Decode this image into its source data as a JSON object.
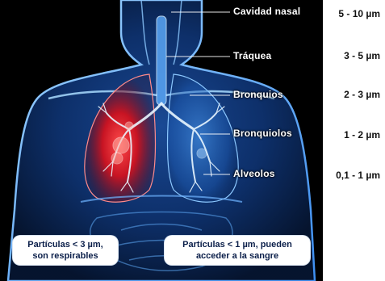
{
  "labels": {
    "nasal": "Cavidad nasal",
    "trachea": "Tráquea",
    "bronchi": "Bronquios",
    "bronchioles": "Bronquiolos",
    "alveoli": "Alveolos"
  },
  "sizes": {
    "nasal": "5 - 10 µm",
    "trachea": "3 - 5 µm",
    "bronchi": "2 - 3 µm",
    "bronchioles": "1 - 2 µm",
    "alveoli": "0,1 - 1 µm"
  },
  "notes": {
    "left_line1": "Partículas < 3 µm,",
    "left_line2": "son respirables",
    "right_line1": "Partículas < 1 µm, pueden",
    "right_line2": "acceder a la sangre"
  },
  "colors": {
    "body_glow": "#2f7fe6",
    "inflamed_lung": "#d3192b",
    "background": "#000000"
  },
  "icons": {
    "figure": "human-torso-lungs-illustration"
  }
}
